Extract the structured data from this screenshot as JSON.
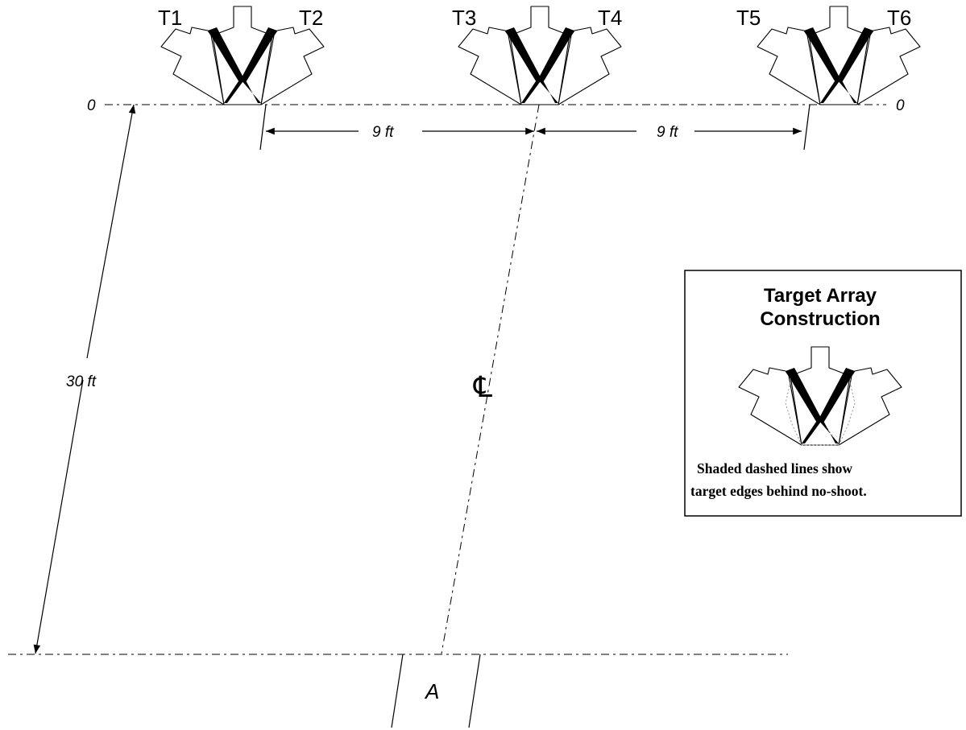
{
  "targets": {
    "labels": [
      "T1",
      "T2",
      "T3",
      "T4",
      "T5",
      "T6"
    ]
  },
  "baseline": {
    "left_label": "0",
    "right_label": "0"
  },
  "dimensions": {
    "spacing_left": "9 ft",
    "spacing_right": "9 ft",
    "distance": "30 ft"
  },
  "centerline": {
    "symbol": "℄"
  },
  "shooting_area": {
    "label": "A"
  },
  "legend_box": {
    "title_line1": "Target Array",
    "title_line2": "Construction",
    "note_line1": "Shaded dashed lines show",
    "note_line2": "target edges behind no-shoot."
  }
}
